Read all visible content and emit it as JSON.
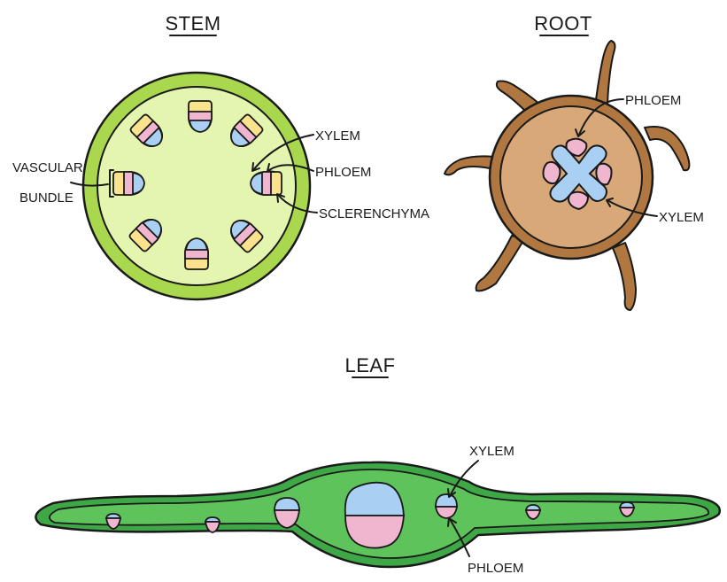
{
  "stem": {
    "title": "STEM",
    "labels": {
      "vascular_bundle_line1": "VASCULAR",
      "vascular_bundle_line2": "BUNDLE",
      "xylem": "XYLEM",
      "phloem": "PHLOEM",
      "sclerenchyma": "SCLERENCHYMA"
    }
  },
  "root": {
    "title": "ROOT",
    "labels": {
      "phloem": "PHLOEM",
      "xylem": "XYLEM"
    }
  },
  "leaf": {
    "title": "LEAF",
    "labels": {
      "xylem": "XYLEM",
      "phloem": "PHLOEM"
    }
  },
  "colors": {
    "xylem": "#a9d0f2",
    "phloem": "#f1b6cf",
    "sclerenchyma": "#fbe28c",
    "stem_outer": "#a9d84f",
    "stem_inner": "#e4f5b0",
    "root_outer": "#b07840",
    "root_inner": "#d8a878",
    "leaf_green": "#3fa846",
    "leaf_inner": "#5ec35a"
  }
}
